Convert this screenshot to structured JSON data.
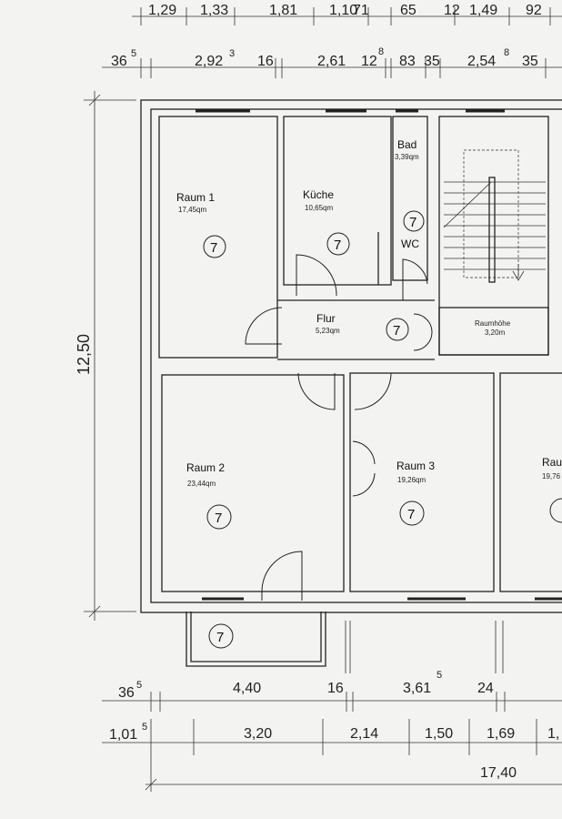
{
  "dimensions": {
    "top_row_1": [
      "1,29",
      "1,33",
      "1,81",
      "1,10",
      "71",
      "65",
      "12",
      "1,49",
      "92"
    ],
    "top_row_2": {
      "d1": "36",
      "d1_sup": "5",
      "d2": "2,92",
      "d2_sup": "3",
      "d3": "16",
      "d4": "2,61",
      "d5": "12",
      "d5_sup": "8",
      "d6": "83",
      "d7": "35",
      "d8": "2,54",
      "d8_sup": "8",
      "d9": "35"
    },
    "left_height": "12,50",
    "bottom_row_1": {
      "d1": "36",
      "d1_sup": "5",
      "d2": "4,40",
      "d3": "16",
      "d4": "3,61",
      "d4_sup": "5",
      "d5": "24"
    },
    "bottom_row_2": {
      "d1": "1,01",
      "d1_sup": "5",
      "d2": "3,20",
      "d3": "2,14",
      "d4": "1,50",
      "d5": "1,69",
      "d6": "1,"
    },
    "total_width": "17,40"
  },
  "rooms": {
    "raum1": {
      "name": "Raum 1",
      "area": "17,45qm",
      "tag": "7"
    },
    "kueche": {
      "name": "Küche",
      "area": "10,65qm",
      "tag": "7"
    },
    "bad": {
      "name": "Bad",
      "area": "3,39qm"
    },
    "wc": {
      "name": "WC",
      "tag": "7"
    },
    "flur": {
      "name": "Flur",
      "area": "5,23qm",
      "tag": "7"
    },
    "raumhoehe": {
      "name": "Raumhöhe",
      "value": "3,20m"
    },
    "raum2": {
      "name": "Raum 2",
      "area": "23,44qm",
      "tag": "7"
    },
    "raum3": {
      "name": "Raum 3",
      "area": "19,26qm",
      "tag": "7"
    },
    "raum4": {
      "name": "Rau",
      "area": "19,76"
    },
    "balkon": {
      "tag": "7"
    }
  }
}
